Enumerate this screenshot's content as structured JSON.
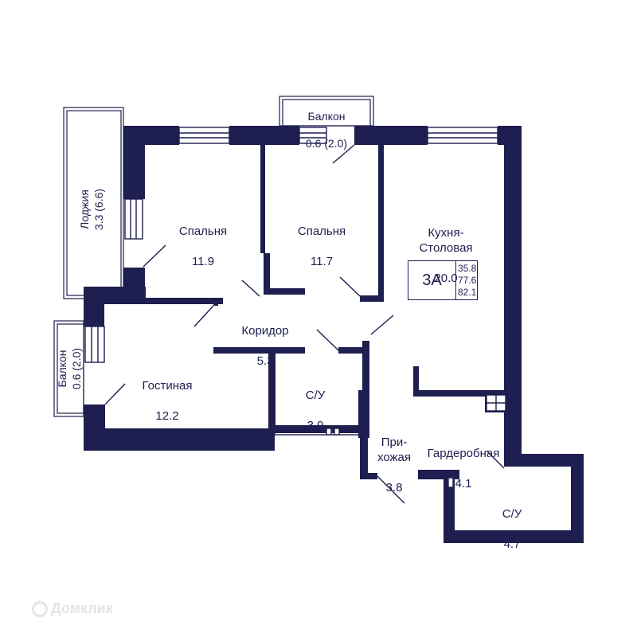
{
  "rooms": {
    "bedroom1": {
      "name": "Спальня",
      "area": "11.9"
    },
    "bedroom2": {
      "name": "Спальня",
      "area": "11.7"
    },
    "kitchen": {
      "name": "Кухня-\nСтоловая",
      "area": "20.0"
    },
    "corridor": {
      "name": "Коридор",
      "area": "5.3"
    },
    "living": {
      "name": "Гостиная",
      "area": "12.2"
    },
    "bath1": {
      "name": "С/У",
      "area": "3.9"
    },
    "hall": {
      "name": "При-\nхожая",
      "area": "3.8"
    },
    "wardrobe": {
      "name": "Гардеробная",
      "area": "4.1"
    },
    "bath2": {
      "name": "С/У",
      "area": "4.7"
    },
    "balcony_top": {
      "name": "Балкон",
      "area": "0.6 (2.0)"
    },
    "loggia": {
      "name": "Лоджия",
      "area": "3.3 (6.6)"
    },
    "balcony_left": {
      "name": "Балкон",
      "area": "0.6 (2.0)"
    }
  },
  "info": {
    "rooms_code": "3А",
    "living_area": "35.8",
    "total_area": "77.6",
    "full_area": "82.1"
  },
  "watermark": {
    "text": "Домклик",
    "icon": "domclick-logo-icon"
  },
  "colors": {
    "wall": "#1e1e50",
    "background": "#ffffff",
    "watermark": "#e4e4e4"
  }
}
